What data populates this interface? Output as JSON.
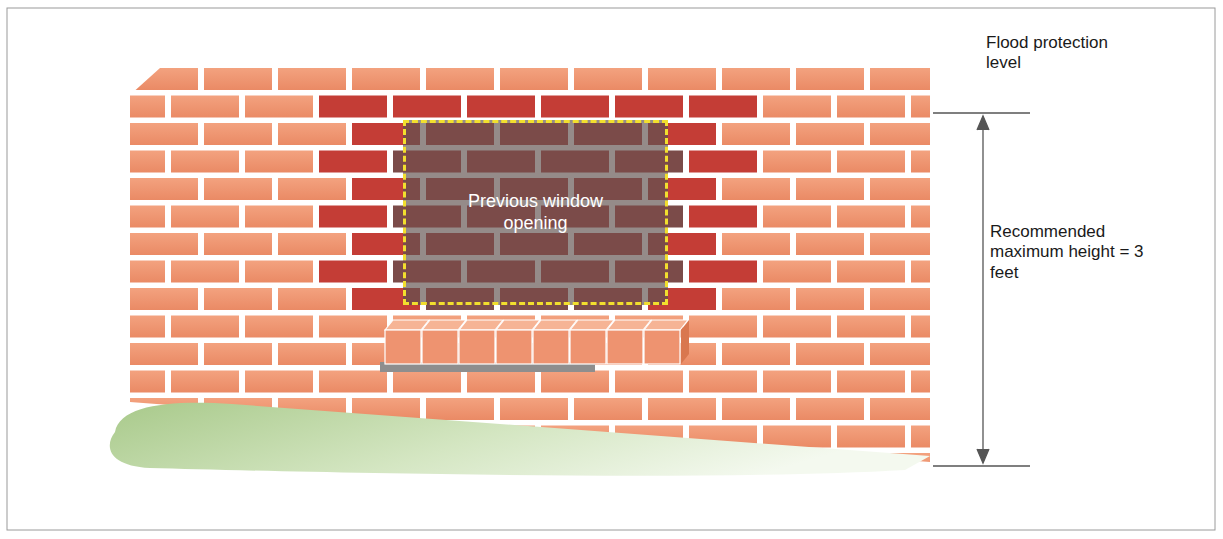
{
  "diagram": {
    "nodes": [
      {
        "text": [
          "Previous window opening"
        ]
      }
    ],
    "labels": [
      "Flood protection level",
      "Recommended maximum height = 3 feet"
    ]
  }
}
